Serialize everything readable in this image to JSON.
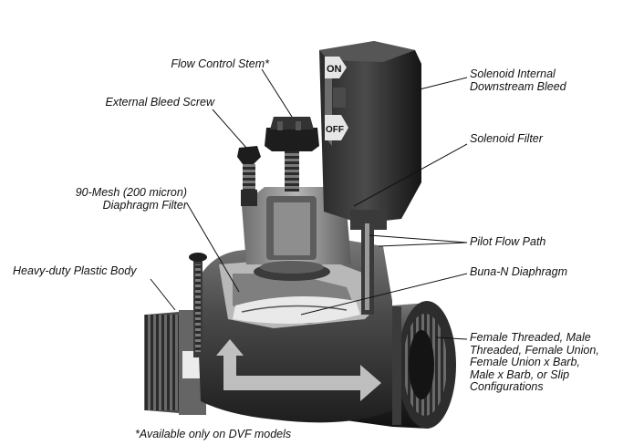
{
  "solenoid": {
    "on_text": "ON",
    "off_text": "OFF"
  },
  "labels": {
    "flow_control_stem": "Flow Control Stem*",
    "external_bleed_screw": "External Bleed Screw",
    "mesh_filter": [
      "90-Mesh (200 micron)",
      "Diaphragm Filter"
    ],
    "plastic_body": "Heavy-duty Plastic Body",
    "solenoid_bleed": [
      "Solenoid Internal",
      "Downstream Bleed"
    ],
    "solenoid_filter": "Solenoid Filter",
    "pilot_flow_path": "Pilot Flow Path",
    "diaphragm": "Buna-N Diaphragm",
    "configurations": [
      "Female Threaded, Male",
      "Threaded, Female Union,",
      "Female Union x Barb,",
      "Male x Barb, or Slip",
      "Configurations"
    ]
  },
  "footnote": "*Available only on DVF models",
  "colors": {
    "body_dark": "#1c1c1c",
    "body_mid": "#5a5a5a",
    "body_light": "#a8a8a8",
    "arrow": "#d8d8d8"
  }
}
